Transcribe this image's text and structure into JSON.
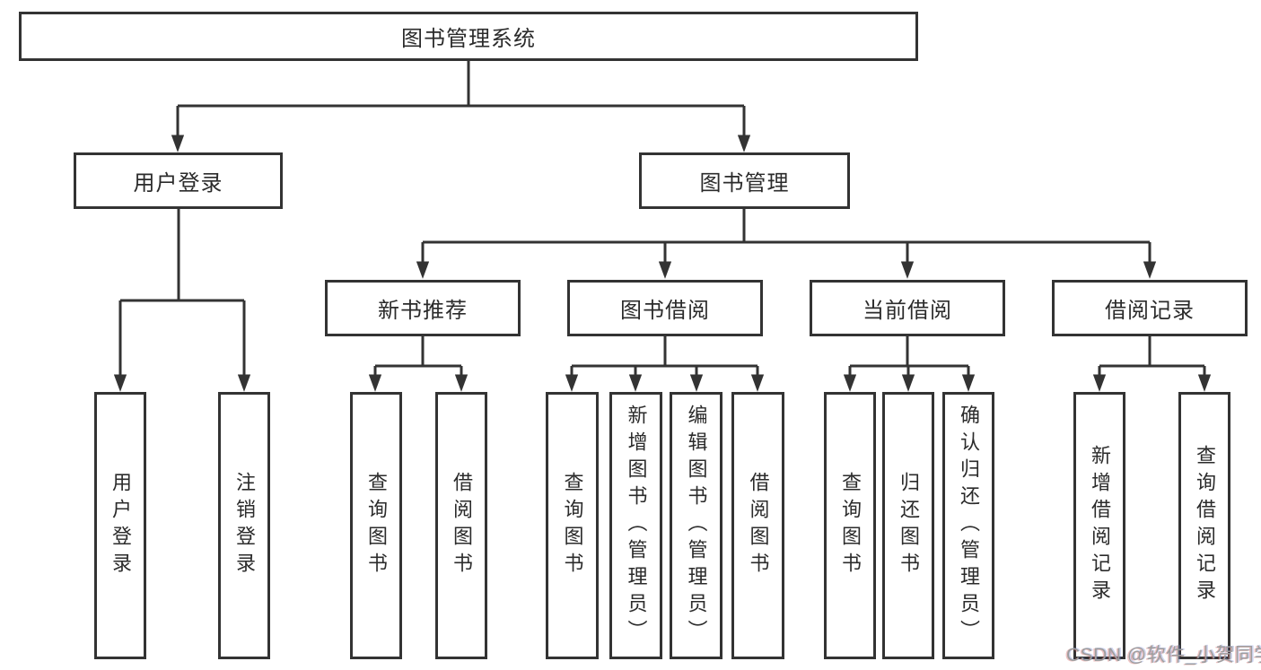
{
  "colors": {
    "background": "#ffffff",
    "box_border": "#333333",
    "connector_line": "#333333",
    "text": "#2b2b2b",
    "watermark_text": "#9e9e9e"
  },
  "watermark": {
    "text": "CSDN @软件_小贺同学"
  },
  "tree": {
    "label": "图书管理系统",
    "children": [
      {
        "label": "用户登录",
        "children": [
          {
            "label": "用户登录"
          },
          {
            "label": "注销登录"
          }
        ]
      },
      {
        "label": "图书管理",
        "children": [
          {
            "label": "新书推荐",
            "children": [
              {
                "label": "查询图书"
              },
              {
                "label": "借阅图书"
              }
            ]
          },
          {
            "label": "图书借阅",
            "children": [
              {
                "label": "查询图书"
              },
              {
                "label": "新增图书（管理员）"
              },
              {
                "label": "编辑图书（管理员）"
              },
              {
                "label": "借阅图书"
              }
            ]
          },
          {
            "label": "当前借阅",
            "children": [
              {
                "label": "查询图书"
              },
              {
                "label": "归还图书"
              },
              {
                "label": "确认归还（管理员）"
              }
            ]
          },
          {
            "label": "借阅记录",
            "children": [
              {
                "label": "新增借阅记录"
              },
              {
                "label": "查询借阅记录"
              }
            ]
          }
        ]
      }
    ]
  }
}
